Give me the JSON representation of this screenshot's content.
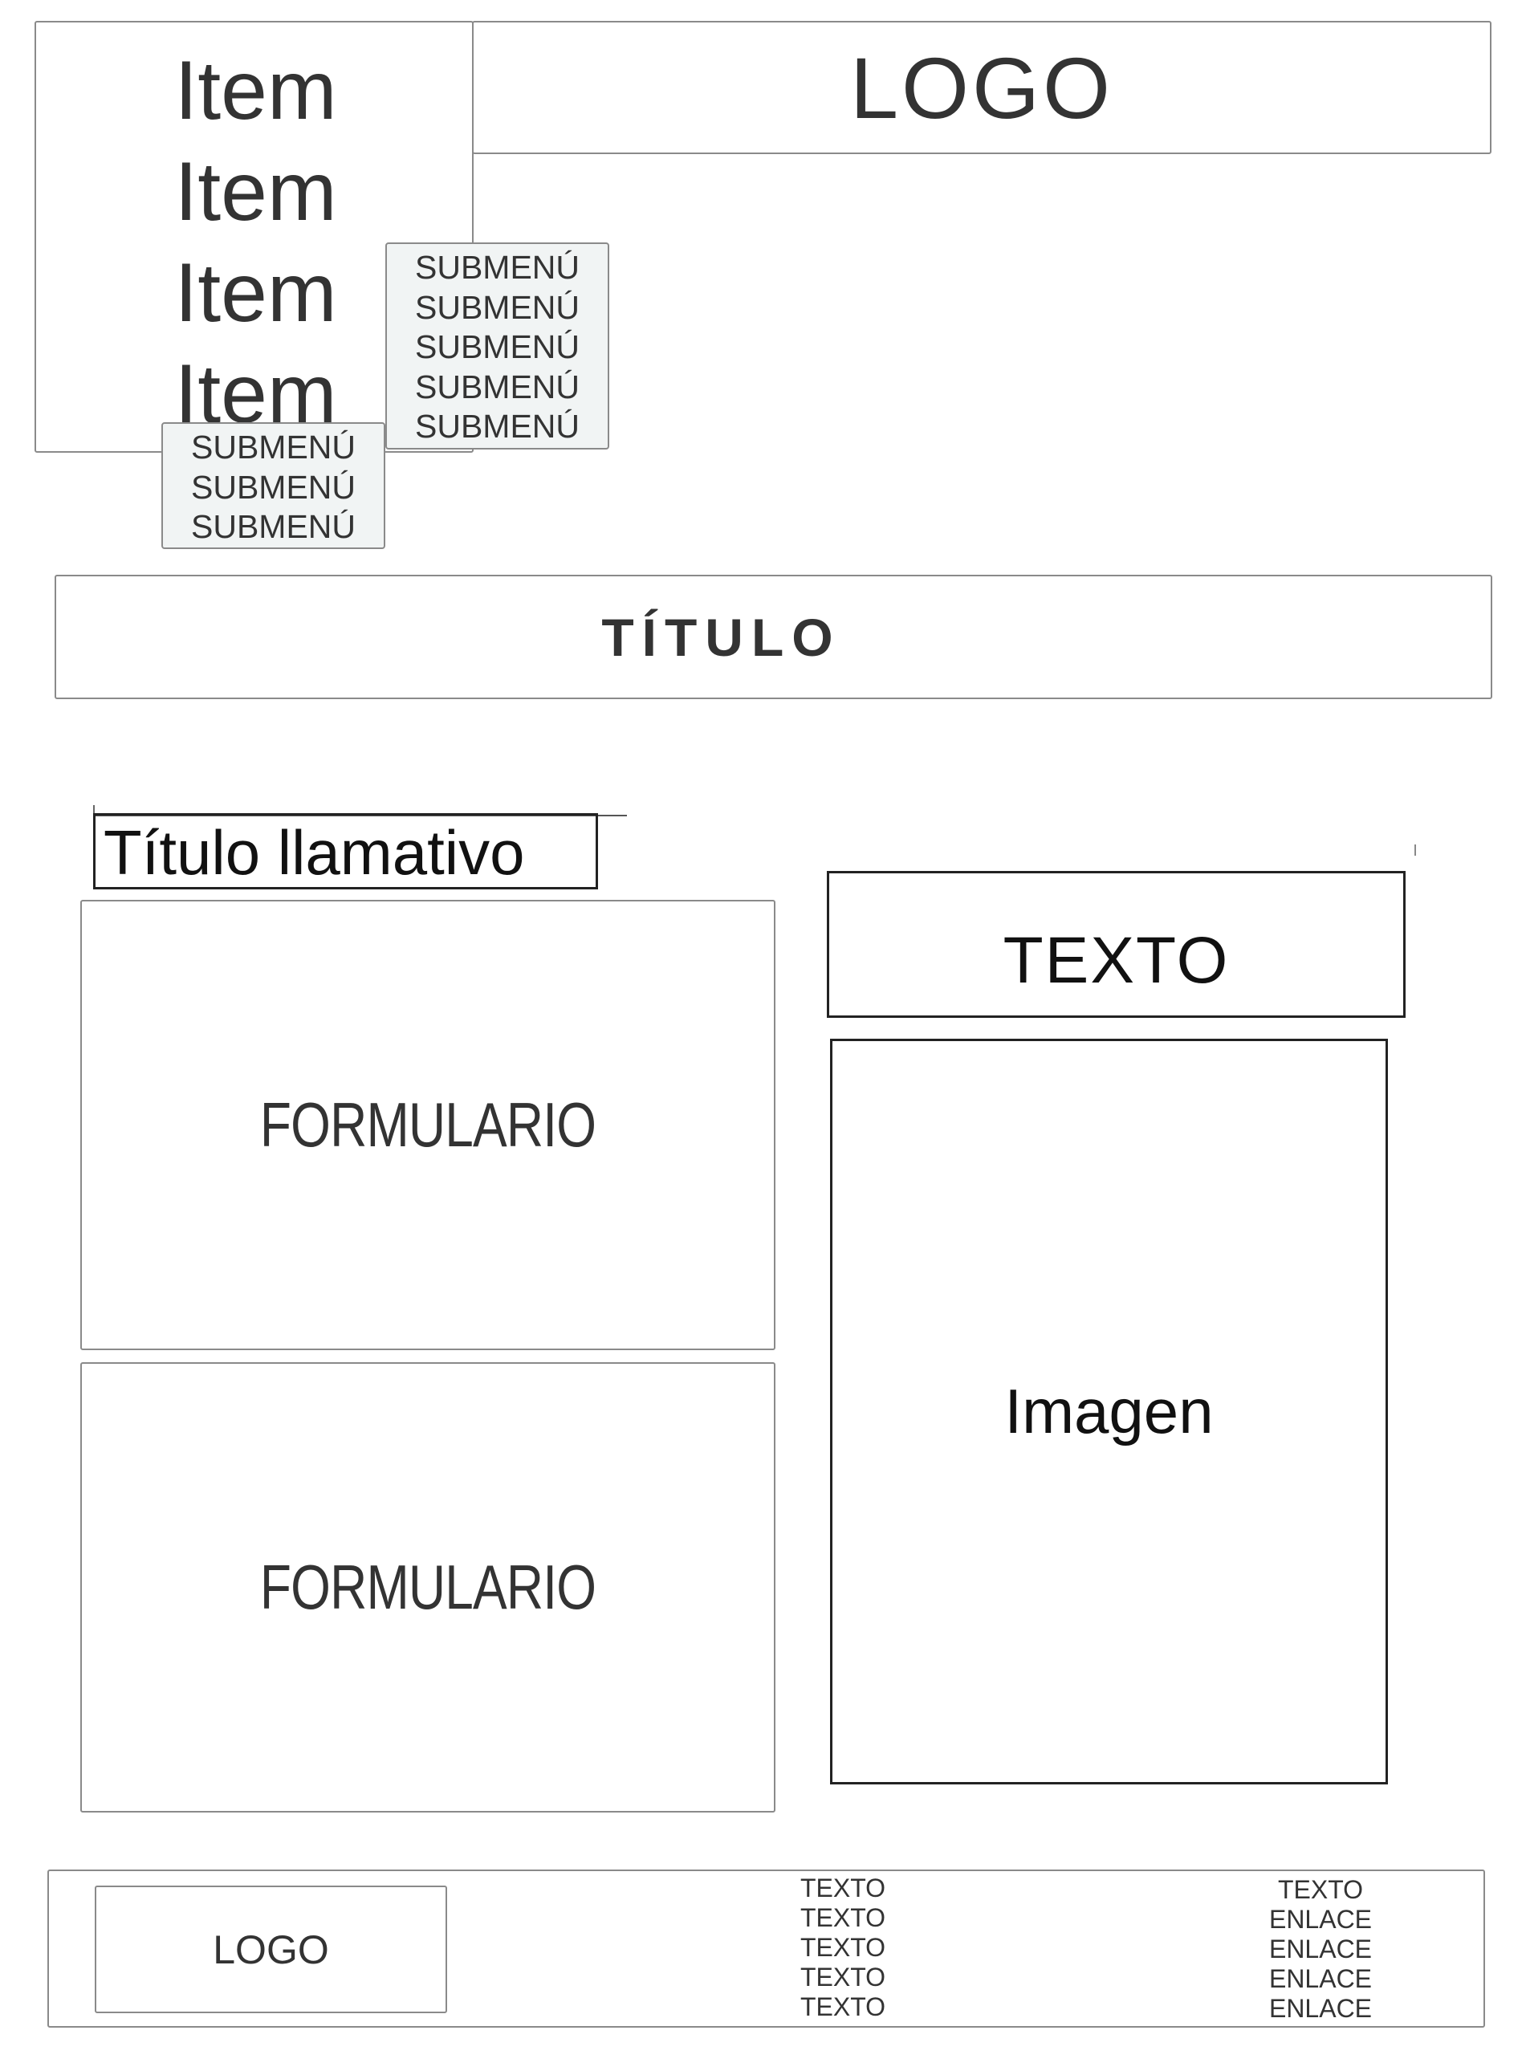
{
  "nav": {
    "items": [
      {
        "label": "Item"
      },
      {
        "label": "Item"
      },
      {
        "label": "Item"
      },
      {
        "label": "Item"
      }
    ],
    "submenu_right": [
      "SUBMENÚ",
      "SUBMENÚ",
      "SUBMENÚ",
      "SUBMENÚ",
      "SUBMENÚ"
    ],
    "submenu_left": [
      "SUBMENÚ",
      "SUBMENÚ",
      "SUBMENÚ"
    ]
  },
  "header": {
    "logo": "LOGO"
  },
  "page": {
    "title": "TÍTULO",
    "catchy_title": "Título llamativo"
  },
  "main": {
    "form_1": "FORMULARIO",
    "form_2": "FORMULARIO",
    "text_box": "TEXTO",
    "image": "Imagen"
  },
  "footer": {
    "logo": "LOGO",
    "col1": [
      "TEXTO",
      "TEXTO",
      "TEXTO",
      "TEXTO",
      "TEXTO"
    ],
    "col2": [
      "TEXTO",
      "ENLACE",
      "ENLACE",
      "ENLACE",
      "ENLACE"
    ]
  }
}
